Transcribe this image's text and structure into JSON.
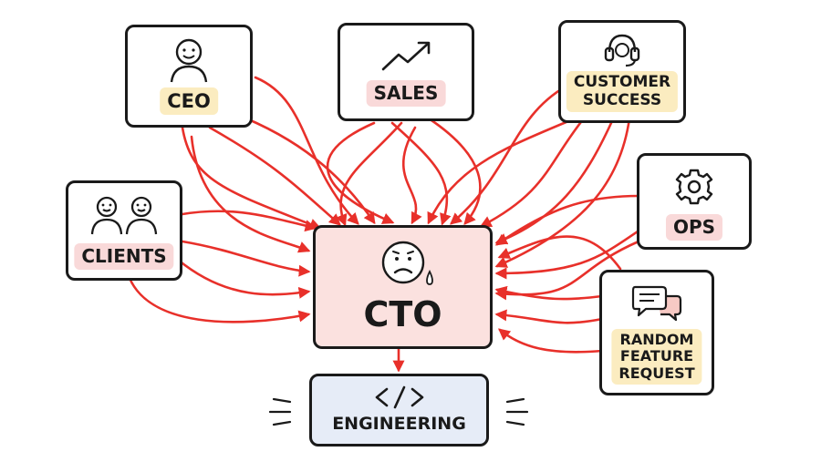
{
  "nodes": {
    "ceo": {
      "label": "CEO",
      "icon": "person-icon"
    },
    "sales": {
      "label": "SALES",
      "icon": "trend-up-icon"
    },
    "customer_success": {
      "label_line1": "CUSTOMER",
      "label_line2": "SUCCESS",
      "icon": "headset-icon"
    },
    "clients": {
      "label": "CLIENTS",
      "icon": "people-icon"
    },
    "ops": {
      "label": "OPS",
      "icon": "gear-icon"
    },
    "random_feature_request": {
      "label_line1": "RANDOM",
      "label_line2": "FEATURE",
      "label_line3": "REQUEST",
      "icon": "chat-bubbles-icon"
    },
    "cto": {
      "label": "CTO",
      "icon": "sad-face-icon"
    },
    "engineering": {
      "label": "ENGINEERING",
      "icon": "code-icon"
    }
  },
  "colors": {
    "arrow": "#e8302a",
    "ink": "#1a1a1a",
    "cto_fill": "#fbe1df",
    "engineering_fill": "#e6ecf7",
    "highlight_yellow": "#fbecc0",
    "highlight_pink": "#f9d9d9"
  }
}
